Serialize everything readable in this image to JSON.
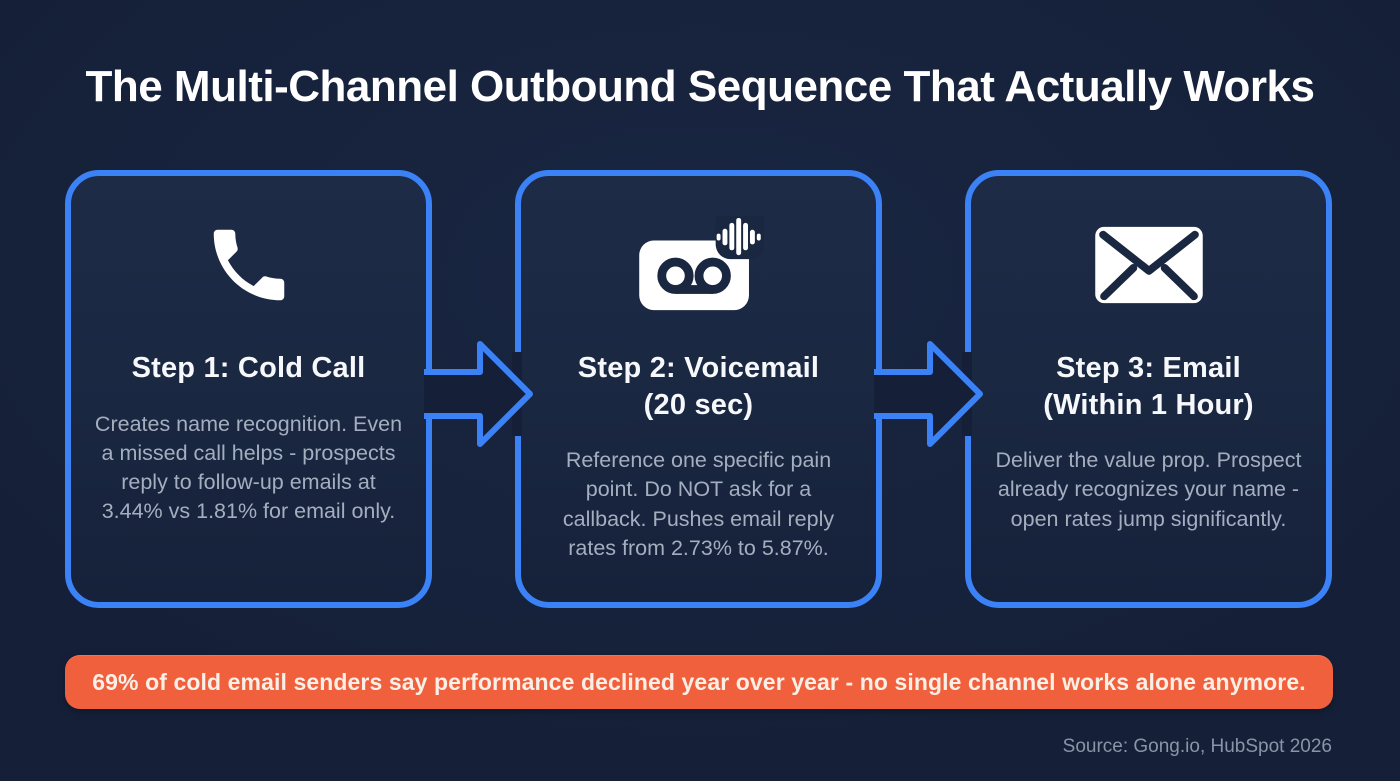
{
  "page": {
    "title": "The Multi-Channel Outbound Sequence That Actually Works",
    "source": "Source: Gong.io, HubSpot 2026"
  },
  "colors": {
    "background": "#152038",
    "card_background": "#1A2741",
    "accent_blue": "#3B82F6",
    "banner_orange": "#F0603C",
    "heading_white": "#F6F8FB",
    "body_gray": "#A4AEBF",
    "banner_text": "#F9EFE7",
    "source_gray": "#8A94A7"
  },
  "steps": [
    {
      "icon": "phone-icon",
      "title": "Step 1: Cold Call",
      "description": "Creates name recognition. Even a missed call helps - prospects reply to follow-up emails at 3.44% vs 1.81% for email only."
    },
    {
      "icon": "voicemail-icon",
      "title": "Step 2: Voicemail\n(20 sec)",
      "description": "Reference one specific pain point. Do NOT ask for a callback. Pushes email reply rates from 2.73% to 5.87%."
    },
    {
      "icon": "email-icon",
      "title": "Step 3: Email\n(Within 1 Hour)",
      "description": "Deliver the value prop. Prospect already recognizes your name - open rates jump significantly."
    }
  ],
  "banner": {
    "text": "69% of cold email senders say performance declined year over year - no single channel works alone anymore."
  }
}
